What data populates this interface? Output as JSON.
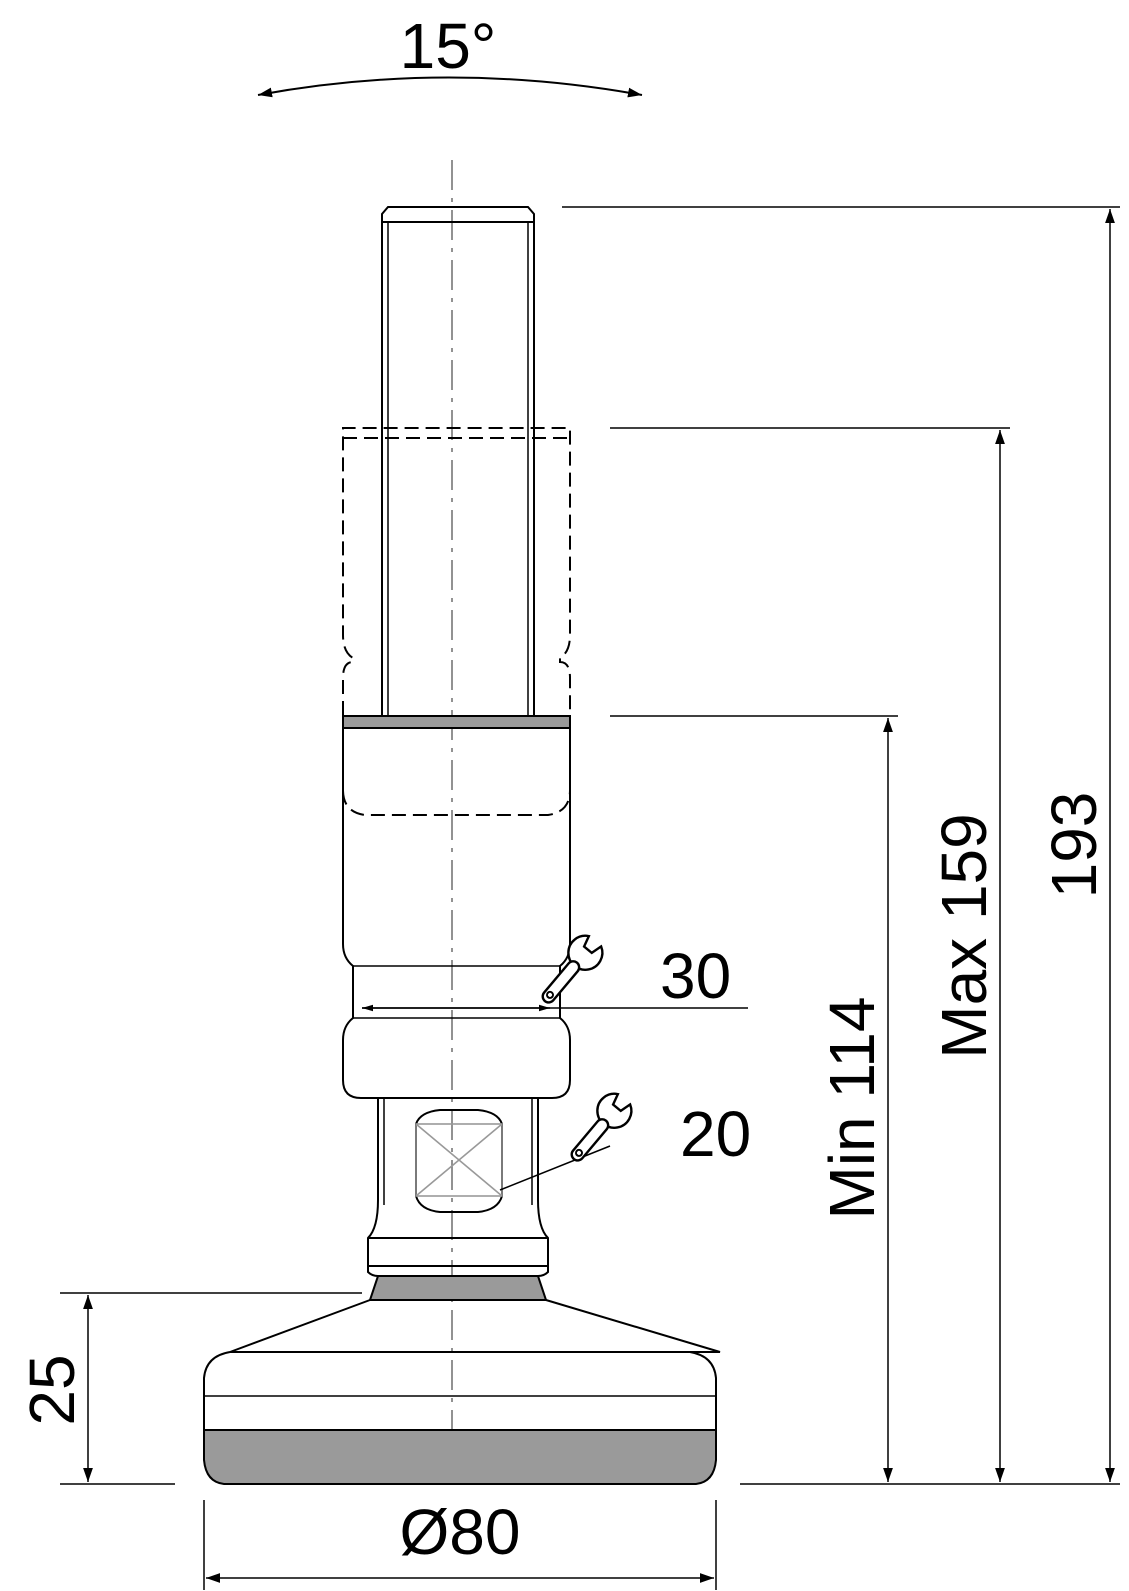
{
  "colors": {
    "line": "#000000",
    "rubber": "#9a9a9a",
    "background": "#ffffff"
  },
  "icons": [
    "wrench-icon"
  ],
  "dimensions": {
    "tilt_angle": "15°",
    "overall_height": "193",
    "max_height": "Max 159",
    "min_height": "Min 114",
    "base_height": "25",
    "base_diameter": "Ø80",
    "wrench_upper": "30",
    "wrench_lower": "20"
  }
}
